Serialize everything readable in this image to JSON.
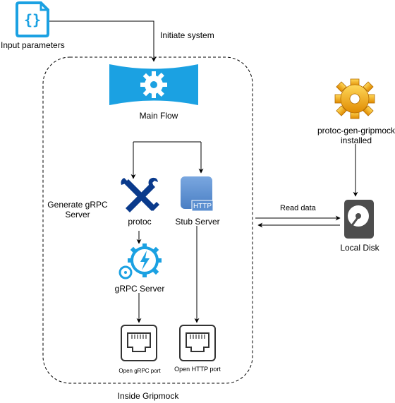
{
  "nodes": {
    "input_parameters": "Input parameters",
    "main_flow": "Main Flow",
    "protoc": "protoc",
    "stub_server": "Stub Server",
    "stub_badge": "HTTP",
    "grpc_server": "gRPC Server",
    "open_grpc_port": "Open gRPC port",
    "open_http_port": "Open HTTP port",
    "plugin_line1": "protoc-gen-gripmock",
    "plugin_line2": "installed",
    "local_disk": "Local Disk"
  },
  "edges": {
    "initiate_system": "Initiate system",
    "read_data": "Read data"
  },
  "groups": {
    "inside_gripmock": "Inside Gripmock",
    "generate_grpc_line1": "Generate gRPC",
    "generate_grpc_line2": "Server"
  },
  "icons": {
    "input": "json-file-icon",
    "main_flow": "gear-banner-icon",
    "protoc": "tools-icon",
    "stub": "http-server-icon",
    "grpc": "gear-lightning-icon",
    "port": "ethernet-port-icon",
    "plugin": "gold-gear-icon",
    "disk": "hard-disk-icon"
  },
  "colors": {
    "azure_blue": "#1ba1e2",
    "dark_blue": "#0a3a8c",
    "server_blue": "#5b8fd0",
    "gold": "#e8a317",
    "disk_gray": "#4d4d4d",
    "line": "#000000"
  }
}
